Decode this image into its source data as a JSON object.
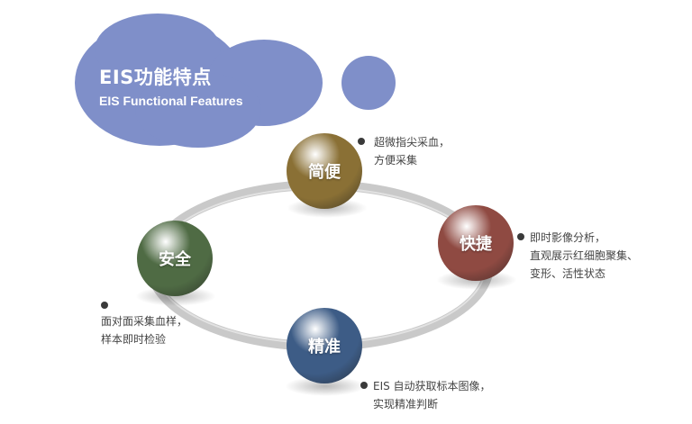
{
  "header": {
    "title_zh": "EIS功能特点",
    "title_en": "EIS Functional Features",
    "blob_color": "#7f8fc9"
  },
  "features": [
    {
      "id": "simple",
      "label": "简便",
      "color": "#8a7035",
      "desc": [
        "超微指尖采血，",
        "方便采集"
      ]
    },
    {
      "id": "fast",
      "label": "快捷",
      "color": "#8f4a42",
      "desc": [
        "即时影像分析，",
        "直观展示红细胞聚集、",
        "变形、活性状态"
      ]
    },
    {
      "id": "safe",
      "label": "安全",
      "color": "#4f6b44",
      "desc": [
        "面对面采集血样，",
        "样本即时检验"
      ]
    },
    {
      "id": "precise",
      "label": "精准",
      "color": "#3d5c86",
      "desc": [
        "EIS 自动获取标本图像，",
        "实现精准判断"
      ]
    }
  ]
}
